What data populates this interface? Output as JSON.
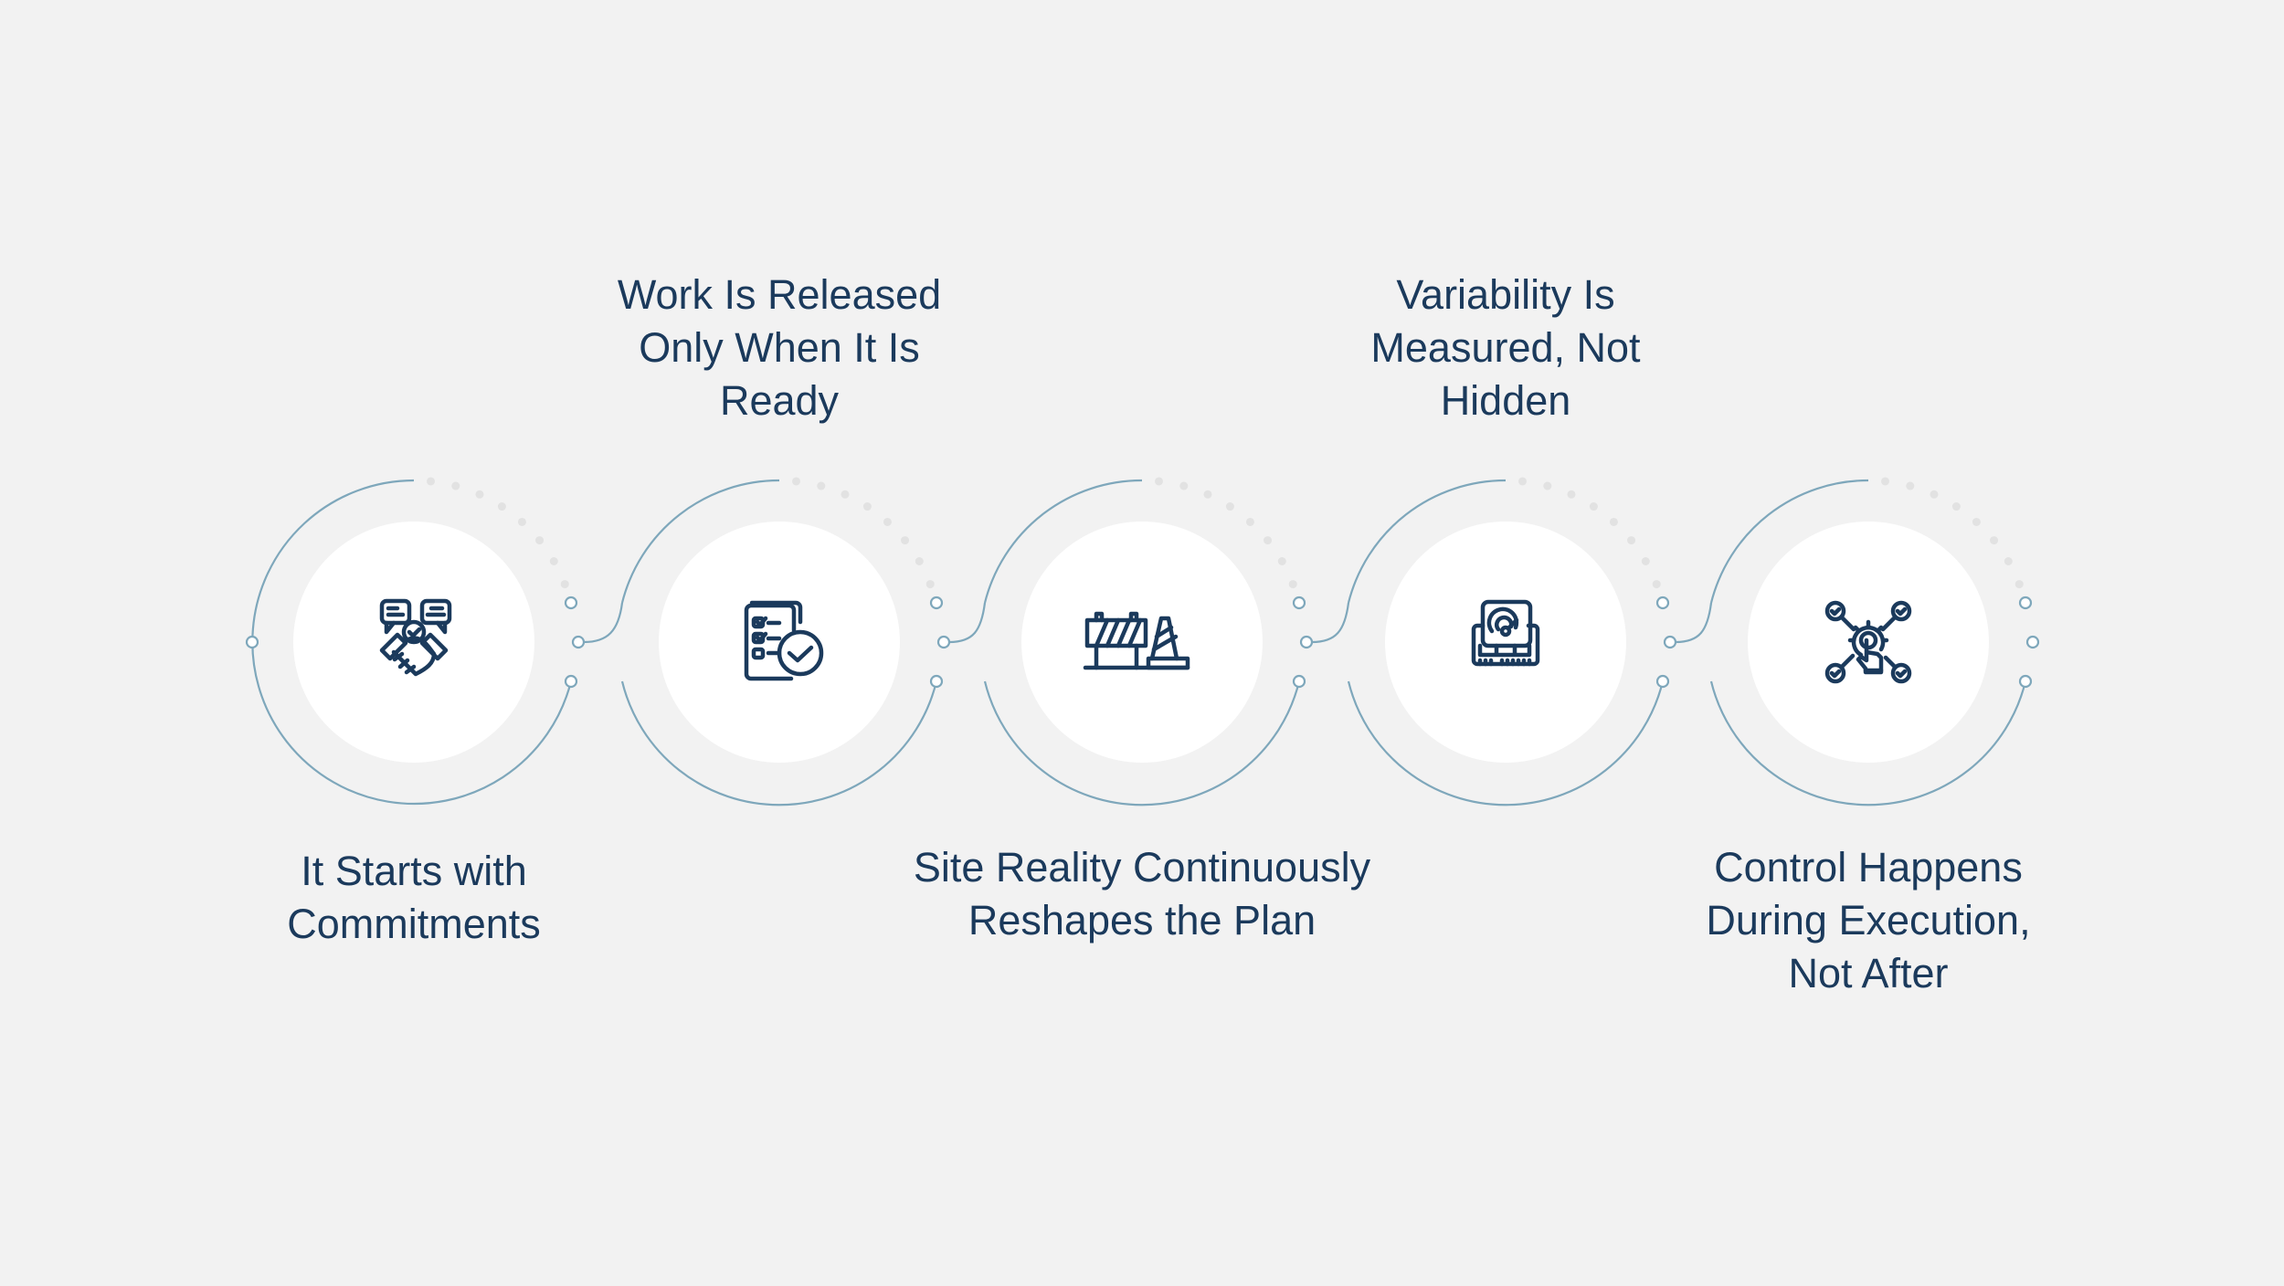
{
  "steps": [
    {
      "title": "It Starts with Commitments",
      "icon": "handshake-icon",
      "label_position": "bottom"
    },
    {
      "title": "Work Is Released Only When It Is Ready",
      "icon": "checklist-icon",
      "label_position": "top"
    },
    {
      "title": "Site Reality Continuously Reshapes the Plan",
      "icon": "barrier-cone-icon",
      "label_position": "bottom"
    },
    {
      "title": "Variability Is Measured, Not Hidden",
      "icon": "gauge-meter-icon",
      "label_position": "top"
    },
    {
      "title": "Control Happens During Execution, Not After",
      "icon": "network-control-icon",
      "label_position": "bottom"
    }
  ],
  "colors": {
    "background": "#f2f2f2",
    "text": "#1b3a5c",
    "arc": "#7ea7bb",
    "dots": "#e2e2e2",
    "circle": "#ffffff"
  }
}
